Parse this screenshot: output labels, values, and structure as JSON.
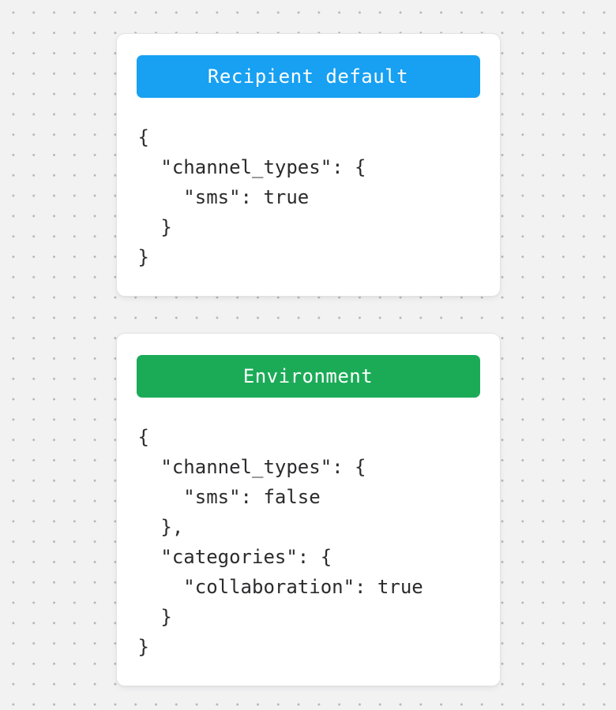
{
  "canvas": {
    "background_color": "#f2f2f3",
    "dot_color": "#b7b7b9"
  },
  "cards": [
    {
      "title": "Recipient default",
      "title_bg_color": "#18A0F2",
      "title_text_color": "#ffffff",
      "code_lines": [
        "{",
        "  \"channel_types\": {",
        "    \"sms\": true",
        "  }",
        "}"
      ]
    },
    {
      "title": "Environment",
      "title_bg_color": "#1BAB57",
      "title_text_color": "#ffffff",
      "code_lines": [
        "{",
        "  \"channel_types\": {",
        "    \"sms\": false",
        "  },",
        "  \"categories\": {",
        "    \"collaboration\": true",
        "  }",
        "}"
      ]
    }
  ]
}
